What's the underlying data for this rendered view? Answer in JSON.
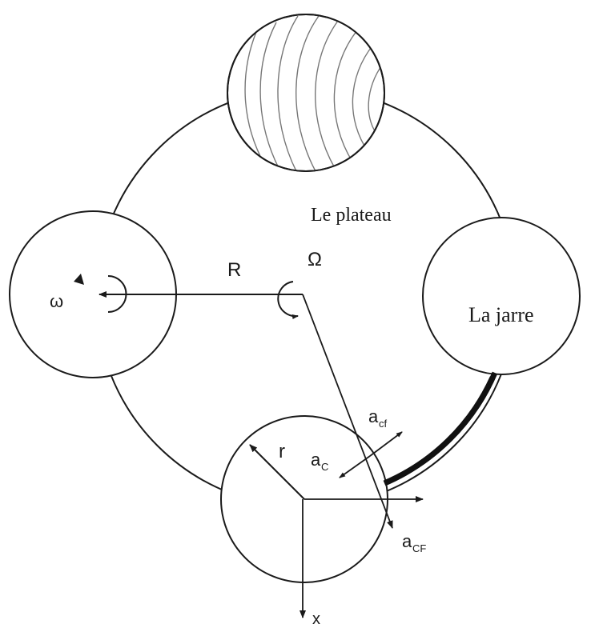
{
  "labels": {
    "plateau": "Le plateau",
    "jar": "La jarre",
    "R": "R",
    "Omega": "Ω",
    "omega": "ω",
    "r": "r",
    "a_cf_main": "a",
    "a_cf_sub": "cf",
    "a_C_main": "a",
    "a_C_sub": "C",
    "a_CF_main": "a",
    "a_CF_sub": "CF",
    "x": "x"
  },
  "colors": {
    "stroke": "#1a1a1a",
    "background": "#ffffff",
    "sphere_lines": "#777777"
  },
  "icons": {
    "omega_rotation": "counterclockwise-arrow-icon",
    "Omega_rotation": "clockwise-arrow-icon"
  }
}
